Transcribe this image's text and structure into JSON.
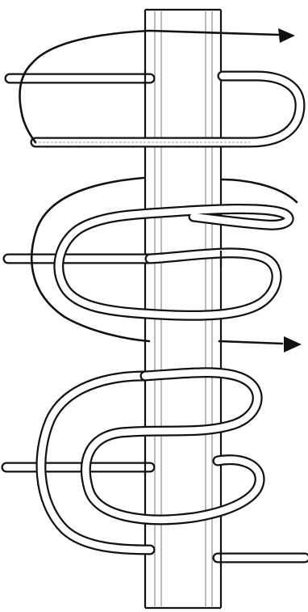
{
  "figure": {
    "subject": "rope-hitch-around-pole-illustration",
    "ink_color": "#111111",
    "paper_color": "#ffffff",
    "hatch_color": "#555555",
    "arrows": [
      "upper-arrow",
      "lower-arrow"
    ]
  }
}
